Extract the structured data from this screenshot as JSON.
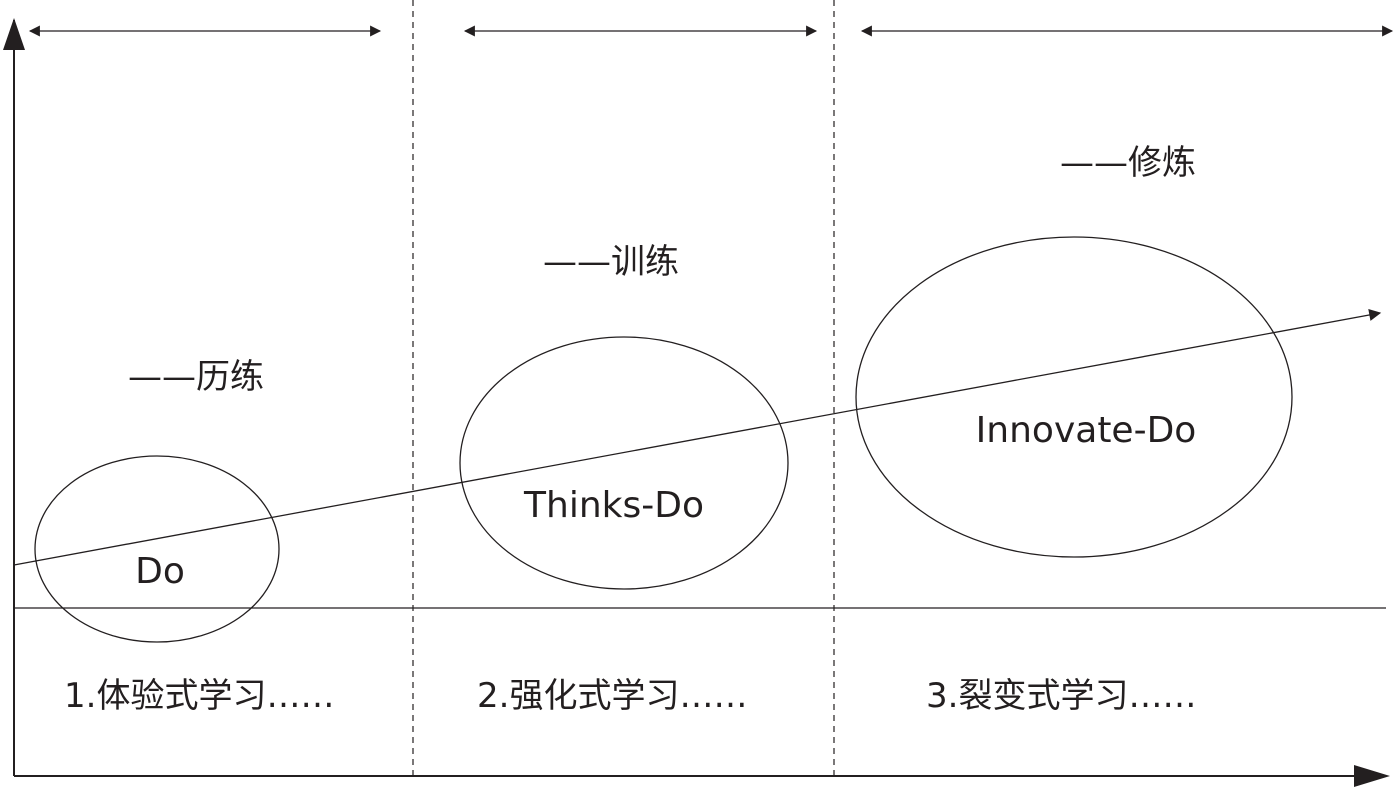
{
  "stages": [
    {
      "level": "——历练",
      "mode": "Do",
      "caption": "1.体验式学习……"
    },
    {
      "level": "——训练",
      "mode": "Thinks-Do",
      "caption": "2.强化式学习……"
    },
    {
      "level": "——修炼",
      "mode": "Innovate-Do",
      "caption": "3.裂变式学习……"
    }
  ],
  "colors": {
    "ink": "#231f20",
    "background": "#ffffff"
  }
}
